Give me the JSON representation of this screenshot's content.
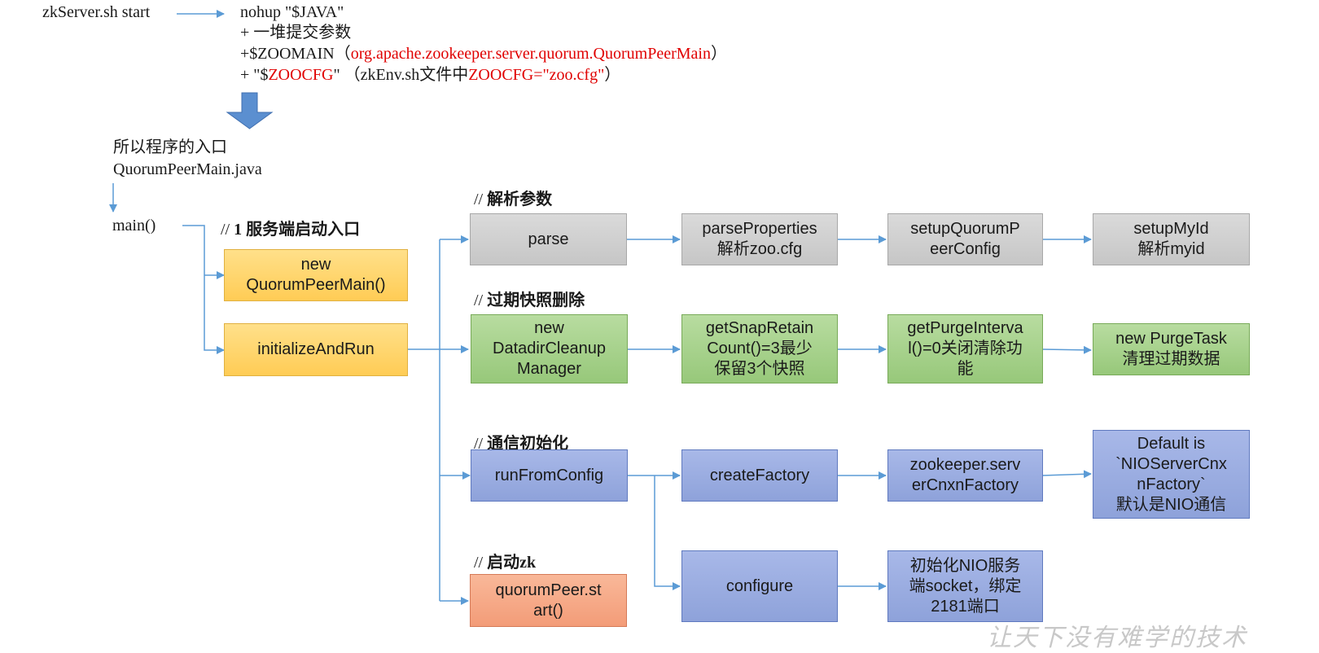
{
  "header": {
    "cmd": "zkServer.sh start",
    "line1": "nohup \"$JAVA\"",
    "line2": "+ 一堆提交参数",
    "line3_a": "+$ZOOMAIN（",
    "line3_b": "org.apache.zookeeper.server.quorum.QuorumPeerMain",
    "line3_c": "）",
    "line4_a": "+ \"$",
    "line4_b": "ZOOCFG",
    "line4_c": "\" （zkEnv.sh文件中",
    "line4_d": "ZOOCFG=\"zoo.cfg\"",
    "line4_e": "）"
  },
  "entry": {
    "line1": "所以程序的入口",
    "line2": "QuorumPeerMain.java",
    "main": "main()"
  },
  "labels": {
    "slash": "//",
    "server_start": " 1 服务端启动入口",
    "parse_args": " 解析参数",
    "purge": " 过期快照删除",
    "comm": " 通信初始化",
    "start_zk": " 启动zk"
  },
  "boxes": {
    "new_qpm": [
      "new",
      "QuorumPeerMain()"
    ],
    "init_run": [
      "initializeAndRun"
    ],
    "parse": [
      "parse"
    ],
    "parse_props": [
      "parseProperties",
      "解析zoo.cfg"
    ],
    "setup_qpc": [
      "setupQuorumP",
      "eerConfig"
    ],
    "setup_myid": [
      "setupMyId",
      "解析myid"
    ],
    "new_ddcm": [
      "new",
      "DatadirCleanup",
      "Manager"
    ],
    "get_snap": [
      "getSnapRetain",
      "Count()=3最少",
      "保留3个快照"
    ],
    "get_purge": [
      "getPurgeInterva",
      "l()=0关闭清除功",
      "能"
    ],
    "new_purge": [
      "new PurgeTask",
      "清理过期数据"
    ],
    "run_from_cfg": [
      "runFromConfig"
    ],
    "create_factory": [
      "createFactory"
    ],
    "zk_factory": [
      "zookeeper.serv",
      "erCnxnFactory"
    ],
    "default_nio": [
      "Default is",
      "`NIOServerCnx",
      "nFactory`",
      "默认是NIO通信"
    ],
    "configure": [
      "configure"
    ],
    "init_nio": [
      "初始化NIO服务",
      "端socket，绑定",
      "2181端口"
    ],
    "qp_start": [
      "quorumPeer.st",
      "art()"
    ]
  },
  "watermark": "让天下没有难学的技术",
  "colors": {
    "line": "#5b9bd5",
    "red_text": "#e00000",
    "arrow_fill": "#5b8fd0"
  }
}
